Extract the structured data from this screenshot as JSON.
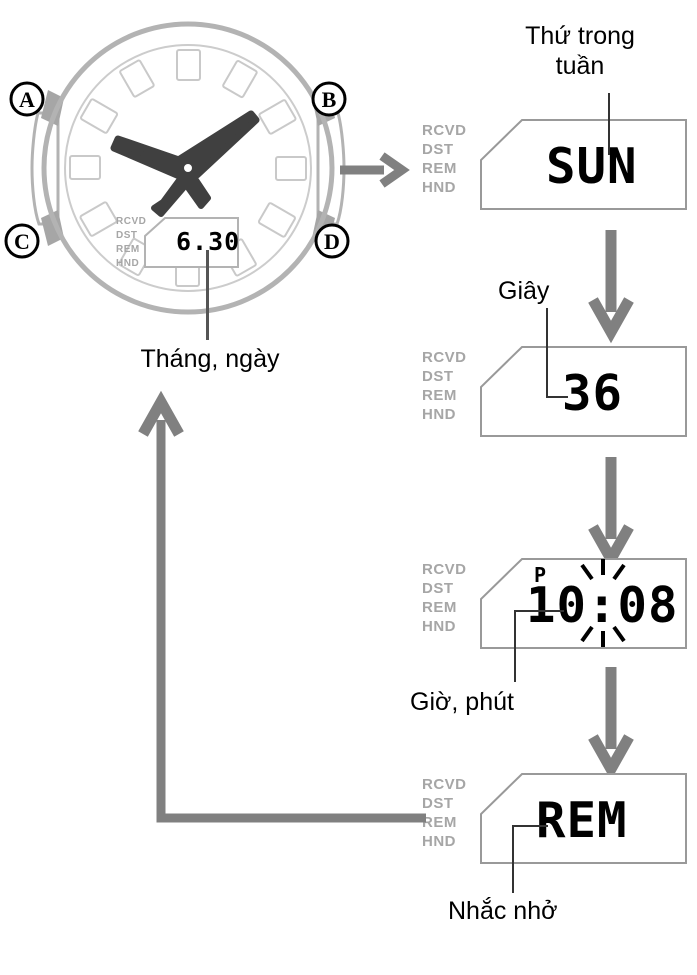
{
  "diagram": {
    "title_context": "Casio watch digital display mode sequence",
    "arrow_color": "#808080",
    "lcd_indicator_color": "#a6a6a6",
    "lcd_digit_color": "#000000",
    "watch_outline_color": "#b3b3b3",
    "watch_hand_color": "#404040"
  },
  "watch": {
    "name": "analog-digital-watch",
    "buttons": [
      {
        "id": "A",
        "label": "A",
        "position": "top-left"
      },
      {
        "id": "B",
        "label": "B",
        "position": "top-right"
      },
      {
        "id": "C",
        "label": "C",
        "position": "bottom-left"
      },
      {
        "id": "D",
        "label": "D",
        "position": "bottom-right"
      }
    ],
    "subdisplay": {
      "value": "6.30",
      "indicators": [
        "RCVD",
        "DST",
        "REM",
        "HND"
      ]
    },
    "callout": "Tháng, ngày"
  },
  "panels": [
    {
      "id": "weekday",
      "indicators": [
        "RCVD",
        "DST",
        "REM",
        "HND"
      ],
      "value": "SUN",
      "callout": "Thứ trong\ntuần",
      "callout_line1": "Thứ trong",
      "callout_line2": "tuần",
      "pm_indicator": "",
      "flashing": false
    },
    {
      "id": "seconds",
      "indicators": [
        "RCVD",
        "DST",
        "REM",
        "HND"
      ],
      "value": "36",
      "callout": "Giây",
      "pm_indicator": "",
      "flashing": false
    },
    {
      "id": "hour-minute",
      "indicators": [
        "RCVD",
        "DST",
        "REM",
        "HND"
      ],
      "value": "10:08",
      "callout": "Giờ, phút",
      "pm_indicator": "P",
      "flashing": true
    },
    {
      "id": "reminder",
      "indicators": [
        "RCVD",
        "DST",
        "REM",
        "HND"
      ],
      "value": "REM",
      "callout": "Nhắc nhở",
      "pm_indicator": "",
      "flashing": false
    }
  ],
  "arrows": {
    "watch_to_panel1": "right-arrow",
    "panel1_to_panel2": "down-arrow",
    "panel2_to_panel3": "down-arrow",
    "panel3_to_panel4": "down-arrow",
    "panel4_to_watch": "loop-up-arrow"
  }
}
